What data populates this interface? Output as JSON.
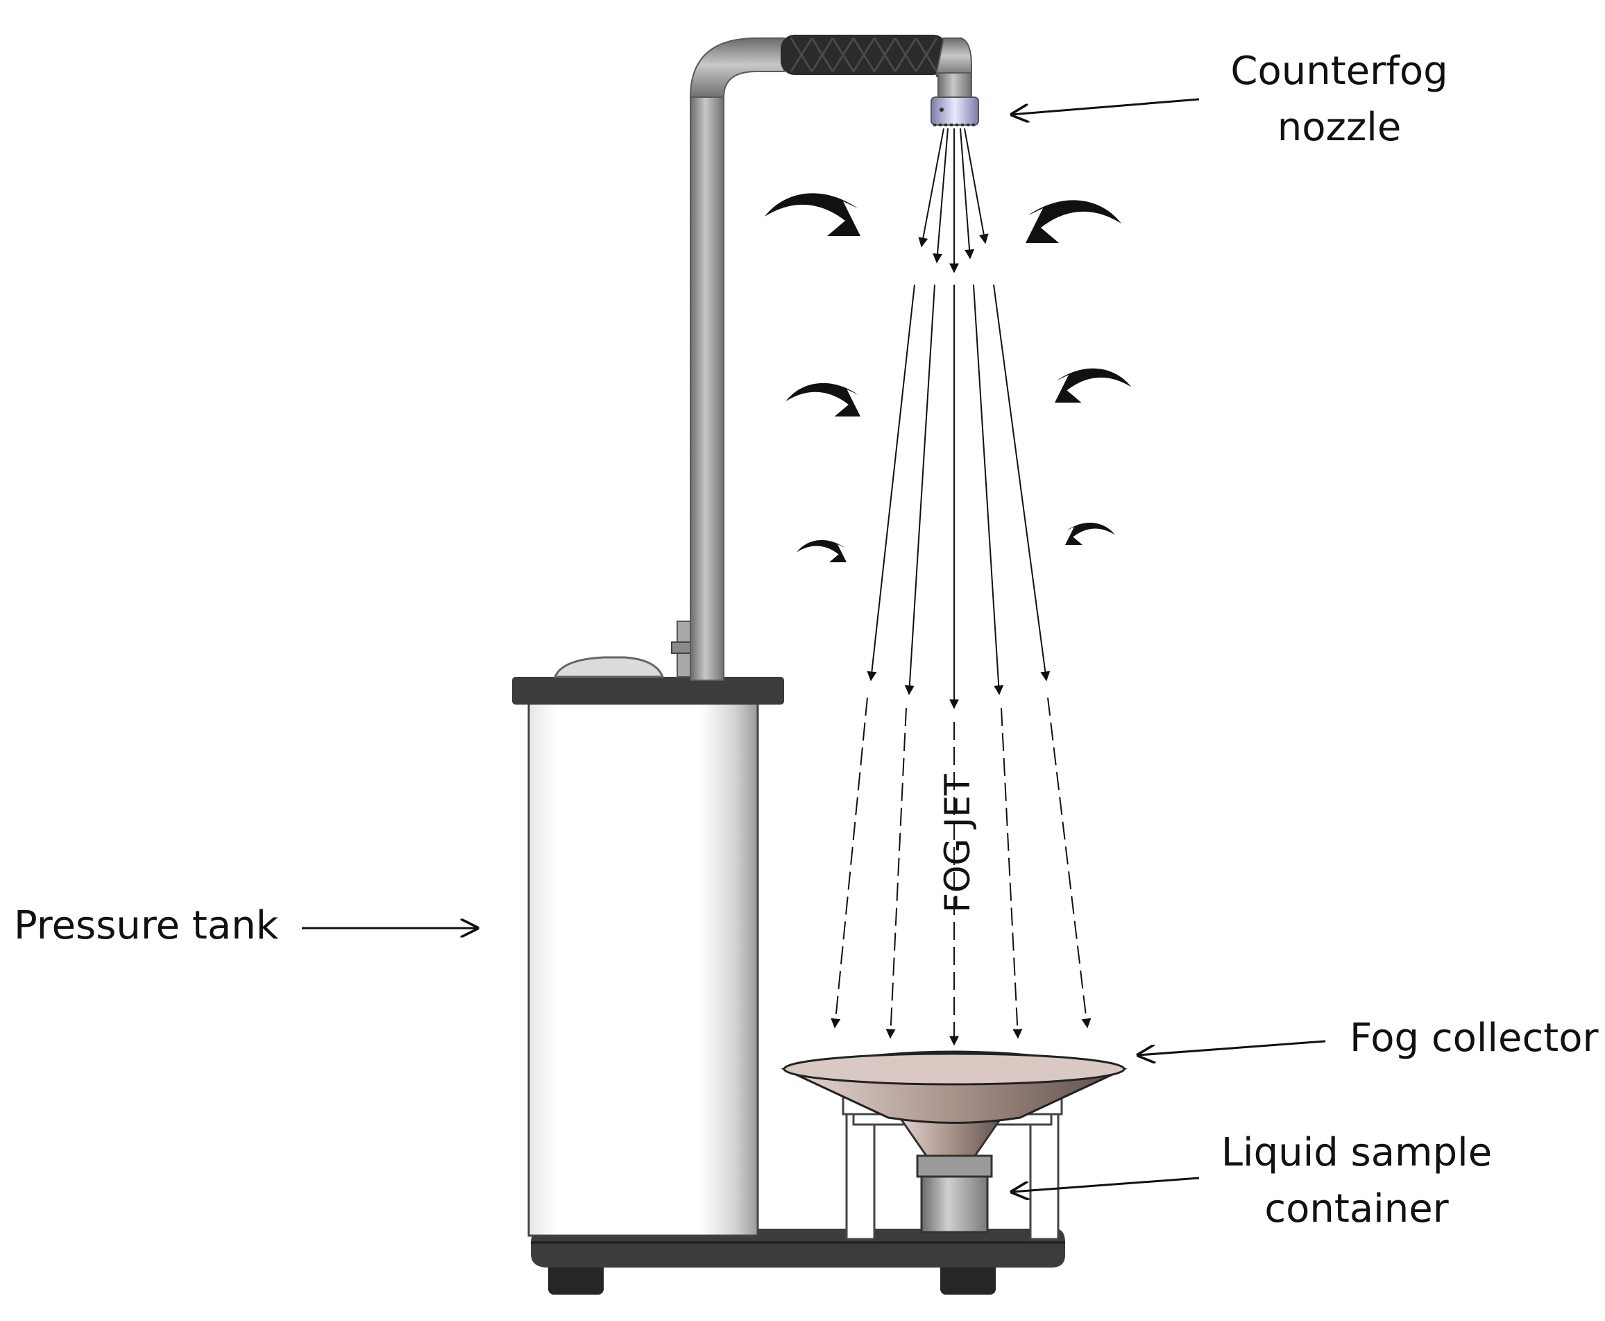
{
  "labels": {
    "nozzle": [
      "Counterfog",
      "nozzle"
    ],
    "tank": "Pressure tank",
    "collector": "Fog collector",
    "container": [
      "Liquid sample",
      "container"
    ],
    "fog_jet": "FOG JET"
  },
  "colors": {
    "line": "#111111",
    "metal": "#8a8a8a",
    "dark": "#3b3b3b",
    "tank_body": "#ffffff",
    "collector": "#b09a92"
  },
  "icons": {
    "curved_arrows": "curved-arrow-icon"
  }
}
